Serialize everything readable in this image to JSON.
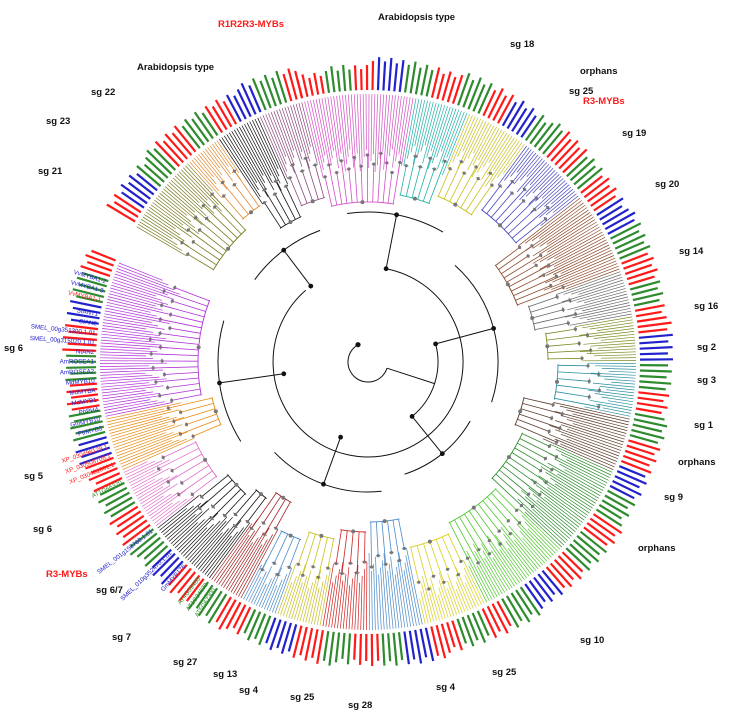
{
  "figure": {
    "colors": {
      "arabidopsis": "#2e8b2e",
      "target_species": "#ff1a1a",
      "other_species": "#2222cc",
      "backbone": "#111111",
      "node": "#777777"
    },
    "category_labels": {
      "r1r2r3": "R1R2R3-MYBs",
      "arabidopsis_top": "Arabidopsis type",
      "arabidopsis_left": "Arabidopsis type",
      "r3_right": "R3-MYBs",
      "r3_left": "R3-MYBs"
    },
    "subgroup_labels": {
      "sg18": "sg 18",
      "orphans_top": "orphans",
      "sg25_top": "sg 25",
      "sg19": "sg 19",
      "sg20": "sg 20",
      "sg14": "sg 14",
      "sg16": "sg 16",
      "sg2": "sg 2",
      "sg3": "sg 3",
      "sg1": "sg 1",
      "orphans_mid": "orphans",
      "sg9": "sg 9",
      "orphans_low": "orphans",
      "sg10": "sg 10",
      "sg25_bottom": "sg 25",
      "sg4_right": "sg 4",
      "sg28": "sg 28",
      "sg25_mid": "sg 25",
      "sg4_left": "sg 4",
      "sg13": "sg 13",
      "sg27": "sg 27",
      "sg7": "sg 7",
      "sg67": "sg 6/7",
      "sg6_low": "sg 6",
      "sg5": "sg 5",
      "sg6_top": "sg 6",
      "sg21": "sg 21",
      "sg23": "sg 23",
      "sg22": "sg 22"
    },
    "visible_leaf_labels": [
      "VvMYBA1-2",
      "VvMYBA1-3",
      "VvMYBA1-1",
      "SIANT1",
      "SIAN2",
      "SMEL_00g351300.1.01",
      "SMEL_00g315020.1.01",
      "NtAN2",
      "AmROSEA1",
      "AmROSEA2",
      "MdMYB10",
      "MdMYBA",
      "MdMYB1",
      "PhPH4",
      "GmMYB10",
      "PtrMYB3",
      "XP_030498129.1",
      "XP_030508708.1",
      "XP_030481801.1",
      "AT1G66370",
      "SMEL_001g158760.1.01",
      "SMEL_010g352470.1.01",
      "GmMYB176",
      "AT4G09460",
      "AT1G34670",
      "AT5G67300"
    ]
  }
}
